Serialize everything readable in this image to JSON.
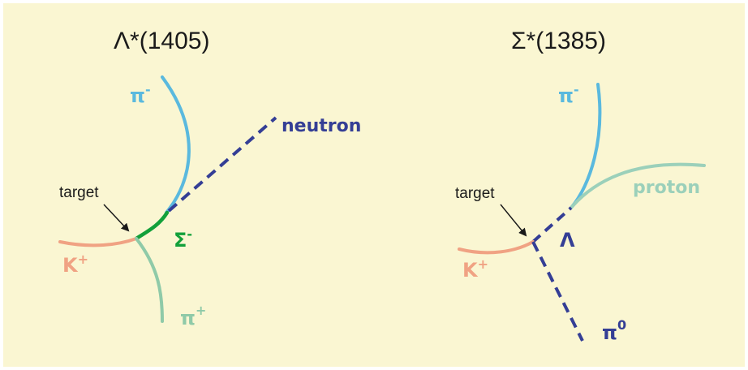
{
  "colors": {
    "background": "#faf6d2",
    "pi_minus": "#5ab9de",
    "pi_plus": "#8fcaa8",
    "k_plus": "#f0a283",
    "sigma_minus": "#12a03a",
    "proton": "#9bd0ba",
    "dashed": "#343e95",
    "black": "#1a1a1a"
  },
  "left": {
    "title": "Λ*(1405)",
    "target_label": "target",
    "pi_minus": {
      "base": "π",
      "sup": "-"
    },
    "neutron": "neutron",
    "sigma_minus": {
      "base": "Σ",
      "sup": "-"
    },
    "k_plus": {
      "base": "K",
      "sup": "+"
    },
    "pi_plus": {
      "base": "π",
      "sup": "+"
    }
  },
  "right": {
    "title": "Σ*(1385)",
    "target_label": "target",
    "pi_minus": {
      "base": "π",
      "sup": "-"
    },
    "proton": "proton",
    "lambda": "Λ",
    "k_plus": {
      "base": "K",
      "sup": "+"
    },
    "pi_zero": {
      "base": "π",
      "sup": "0"
    }
  }
}
